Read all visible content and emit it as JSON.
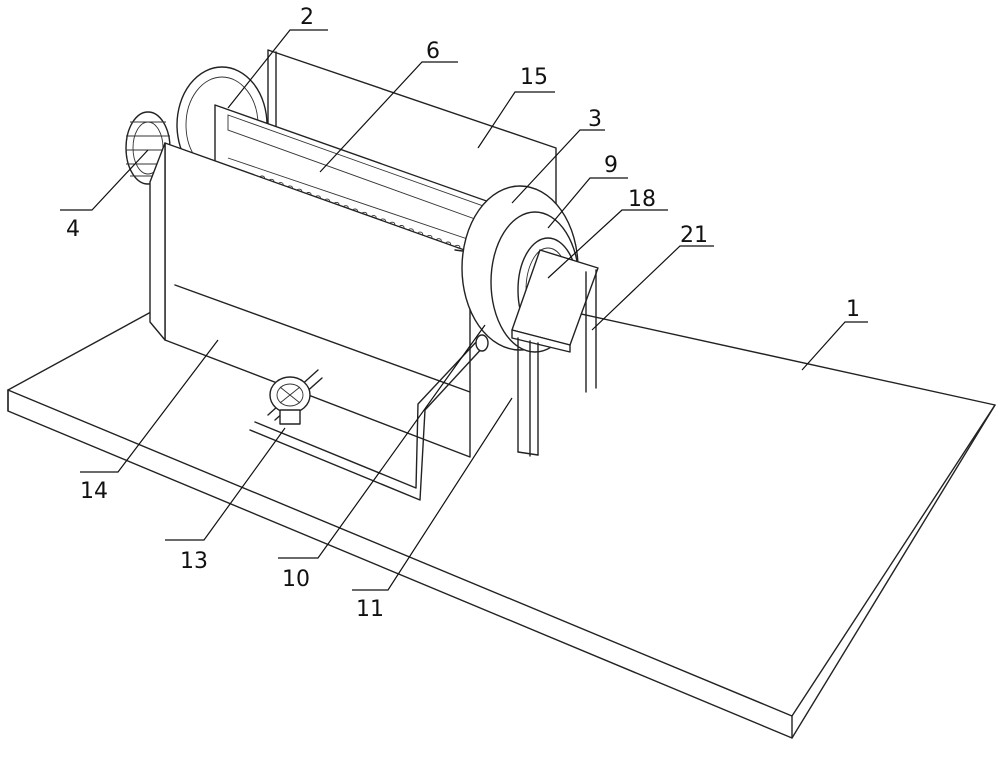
{
  "labels": {
    "l1": "1",
    "l2": "2",
    "l3": "3",
    "l4": "4",
    "l6": "6",
    "l9": "9",
    "l10": "10",
    "l11": "11",
    "l13": "13",
    "l14": "14",
    "l15": "15",
    "l18": "18",
    "l21": "21"
  }
}
